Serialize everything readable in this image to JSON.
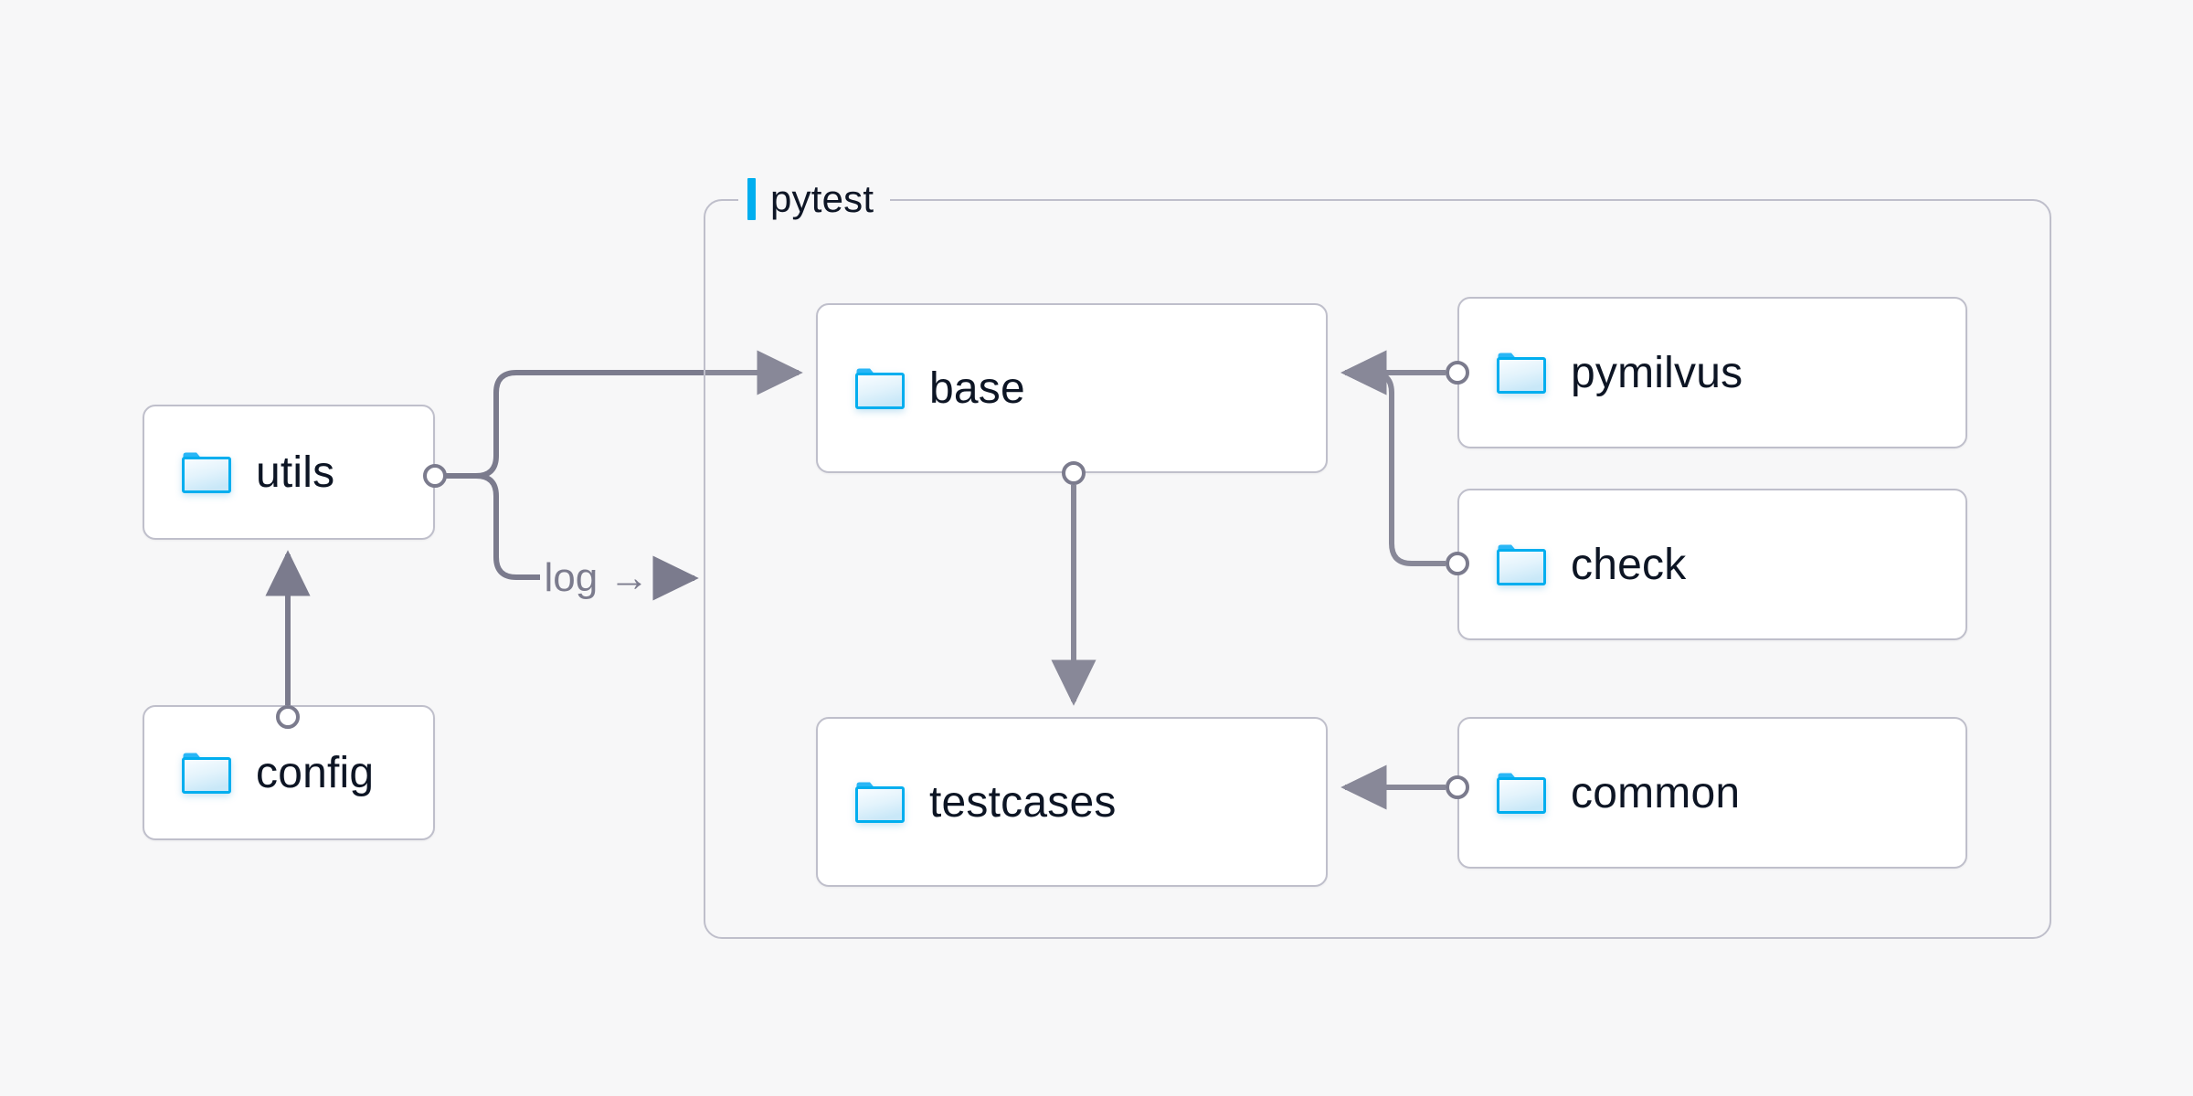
{
  "diagram": {
    "title_group": "pytest",
    "background_color": "#F7F7F8",
    "accent_color": "#00AEEF",
    "edge_color": "#7B7B8D",
    "node_border_color": "#BFBFCB",
    "node_text_color": "#0D1524",
    "folder_icon_name": "folder-icon"
  },
  "group": {
    "label": "pytest"
  },
  "nodes": [
    {
      "id": "utils",
      "label": "utils",
      "icon": "folder-icon"
    },
    {
      "id": "config",
      "label": "config",
      "icon": "folder-icon"
    },
    {
      "id": "base",
      "label": "base",
      "icon": "folder-icon"
    },
    {
      "id": "testcases",
      "label": "testcases",
      "icon": "folder-icon"
    },
    {
      "id": "pymilvus",
      "label": "pymilvus",
      "icon": "folder-icon"
    },
    {
      "id": "check",
      "label": "check",
      "icon": "folder-icon"
    },
    {
      "id": "common",
      "label": "common",
      "icon": "folder-icon"
    }
  ],
  "edges": [
    {
      "id": "config-to-utils",
      "from": "config",
      "to": "utils",
      "label": ""
    },
    {
      "id": "utils-to-base",
      "from": "utils",
      "to": "base",
      "label": ""
    },
    {
      "id": "utils-to-log",
      "from": "utils",
      "to": "",
      "label": "log →"
    },
    {
      "id": "base-to-testcases",
      "from": "base",
      "to": "testcases",
      "label": ""
    },
    {
      "id": "pymilvus-to-base",
      "from": "pymilvus",
      "to": "base",
      "label": ""
    },
    {
      "id": "check-to-base",
      "from": "check",
      "to": "base",
      "label": ""
    },
    {
      "id": "common-to-testcases",
      "from": "common",
      "to": "testcases",
      "label": ""
    }
  ],
  "labels": {
    "log_edge": "log →"
  }
}
